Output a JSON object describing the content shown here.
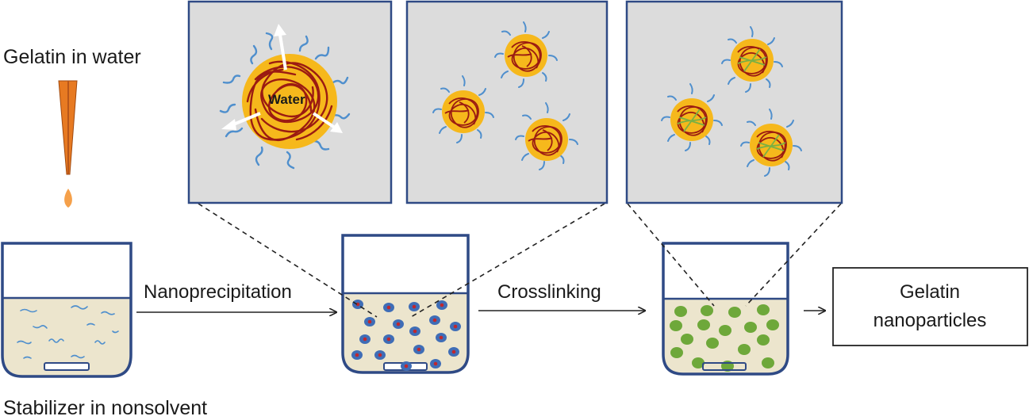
{
  "labels": {
    "gelatin_in_water": "Gelatin in water",
    "stabilizer_in_nonsolvent": "Stabilizer in nonsolvent",
    "nanoprecipitation": "Nanoprecipitation",
    "crosslinking": "Crosslinking",
    "water": "Water",
    "result_line1": "Gelatin",
    "result_line2": "nanoparticles"
  },
  "colors": {
    "panel_fill": "#dcdcdc",
    "panel_border": "#2f4a85",
    "beaker_border": "#2f4a85",
    "liquid": "#ece5cd",
    "gelatin_core": "#f6b81c",
    "gelatin_chain": "#9b1b12",
    "stabilizer_chain": "#4f8fcd",
    "pipette": "#e77a22",
    "crosslinked_particle": "#6ea83a",
    "arrow": "#222222"
  }
}
